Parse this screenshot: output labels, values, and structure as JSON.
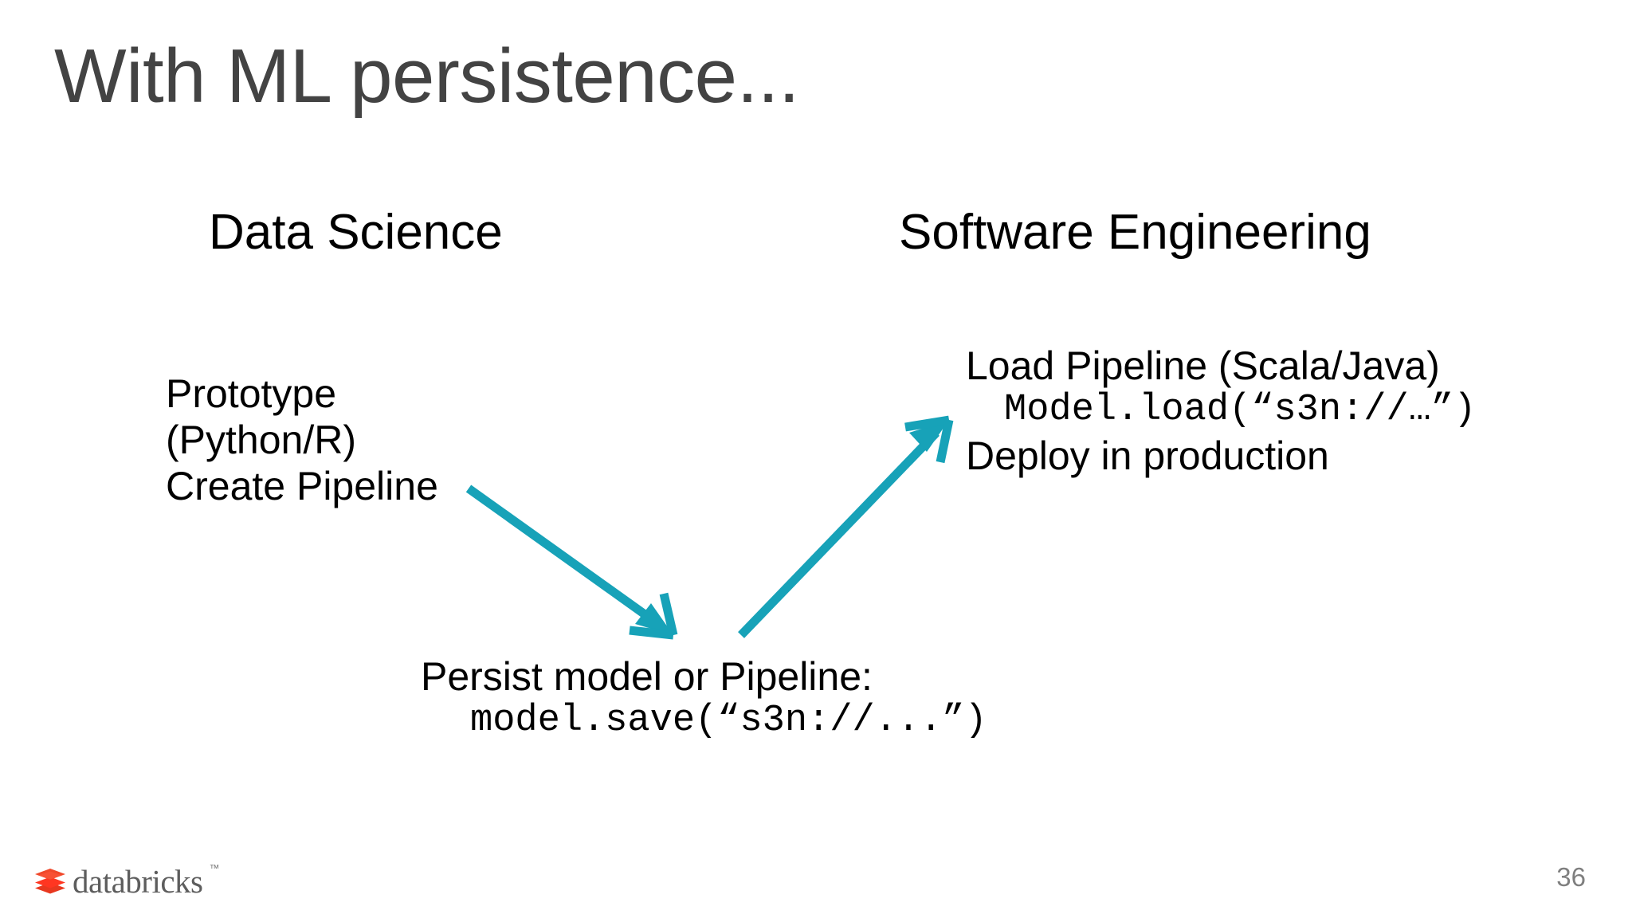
{
  "slide": {
    "title": "With ML persistence...",
    "page_number": "36",
    "background_color": "#ffffff",
    "title_color": "#434343",
    "accent_color": "#17a2b8"
  },
  "columns": {
    "left_heading": "Data Science",
    "right_heading": "Software Engineering"
  },
  "blocks": {
    "data_science": {
      "lines": [
        "Prototype",
        "(Python/R)",
        "Create Pipeline"
      ]
    },
    "software_engineering": {
      "line1": "Load Pipeline (Scala/Java)",
      "code": "Model.load(“s3n://…”)",
      "line2": "Deploy in production"
    },
    "persist": {
      "label": "Persist model or Pipeline:",
      "code": "model.save(“s3n://...”)"
    }
  },
  "arrows": [
    {
      "name": "arrow-down-right",
      "from": "Create Pipeline",
      "to": "Persist model or Pipeline",
      "color": "#17a2b8"
    },
    {
      "name": "arrow-up-right",
      "from": "Persist model or Pipeline",
      "to": "Load Pipeline (Scala/Java)",
      "color": "#17a2b8"
    }
  ],
  "footer": {
    "logo_text": "databricks",
    "logo_trademark": "™",
    "logo_color": "#5d5d5d",
    "logo_mark_colors": [
      "#ff3621",
      "#ee4f27",
      "#f04e23"
    ]
  }
}
